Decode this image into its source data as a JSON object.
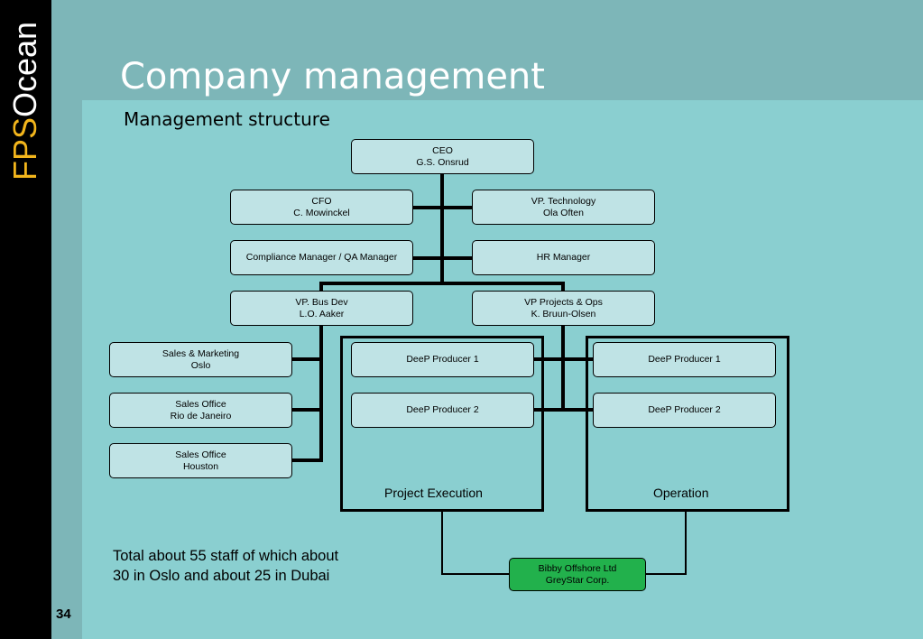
{
  "logo": {
    "part1": "FPS",
    "part2": "Ocean"
  },
  "title": "Company management",
  "subtitle": "Management structure",
  "page_number": "34",
  "org": {
    "ceo": {
      "title": "CEO",
      "name": "G.S. Onsrud"
    },
    "cfo": {
      "title": "CFO",
      "name": "C. Mowinckel"
    },
    "vp_technology": {
      "title": "VP. Technology",
      "name": "Ola Often"
    },
    "compliance": {
      "title": "Compliance Manager / QA Manager"
    },
    "hr": {
      "title": "HR Manager"
    },
    "vp_bus_dev": {
      "title": "VP. Bus Dev",
      "name": "L.O. Aaker"
    },
    "vp_projects": {
      "title": "VP Projects & Ops",
      "name": "K. Bruun-Olsen"
    },
    "sales_marketing": {
      "title": "Sales  & Marketing",
      "name": "Oslo"
    },
    "sales_rio": {
      "title": "Sales Office",
      "name": "Rio de Janeiro"
    },
    "sales_houston": {
      "title": "Sales Office",
      "name": "Houston"
    },
    "project_execution": {
      "label": "Project Execution",
      "producer1": "DeeP Producer 1",
      "producer2": "DeeP Producer 2"
    },
    "operation": {
      "label": "Operation",
      "producer1": "DeeP Producer 1",
      "producer2": "DeeP Producer 2"
    },
    "partner": {
      "line1": "Bibby Offshore Ltd",
      "line2": "GreyStar Corp."
    }
  },
  "note": {
    "line1": "Total about 55 staff of which about",
    "line2": "30 in Oslo and about 25 in Dubai"
  },
  "colors": {
    "background": "#8acfd0",
    "header_band": "#7db6b8",
    "box_fill": "#bfe3e5",
    "partner_fill": "#22b14c",
    "sidebar": "#000000",
    "logo_accent": "#f2b51c"
  }
}
